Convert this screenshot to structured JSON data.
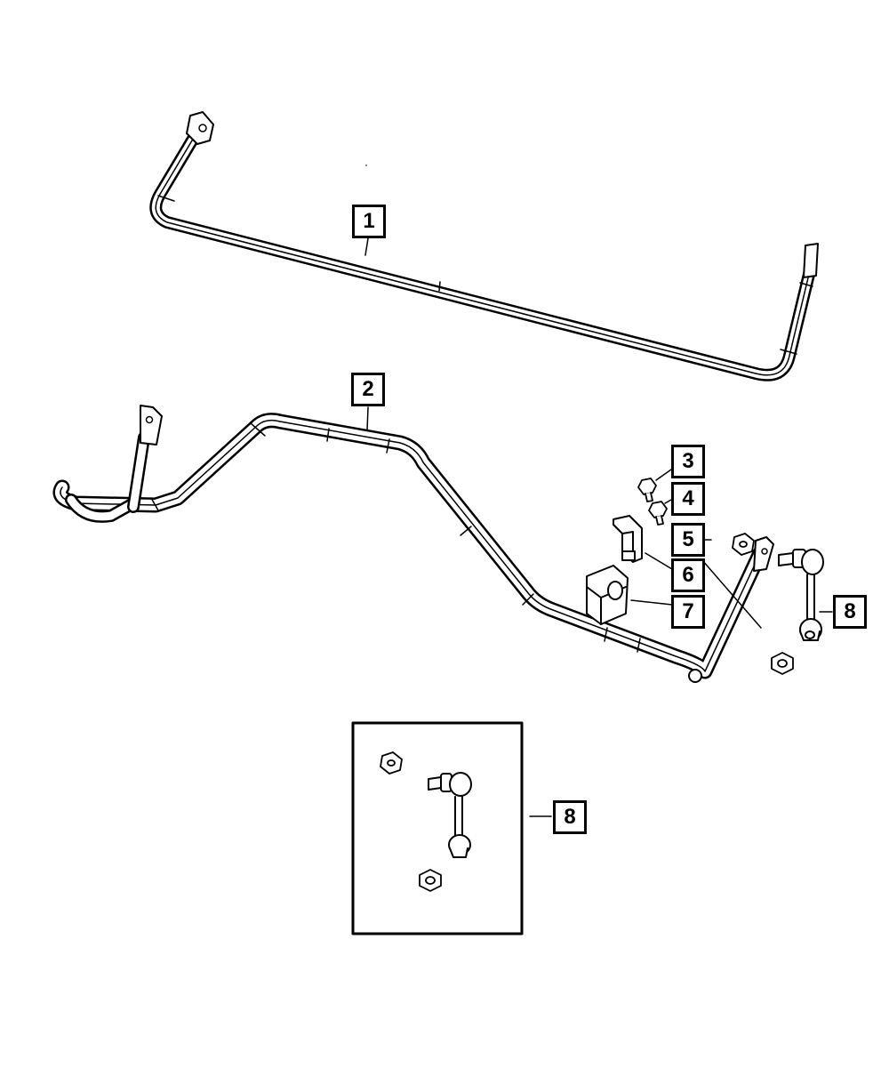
{
  "diagram": {
    "callouts": [
      {
        "id": "1",
        "label": "1"
      },
      {
        "id": "2",
        "label": "2"
      },
      {
        "id": "3",
        "label": "3"
      },
      {
        "id": "4",
        "label": "4"
      },
      {
        "id": "5",
        "label": "5"
      },
      {
        "id": "6",
        "label": "6"
      },
      {
        "id": "7",
        "label": "7"
      },
      {
        "id": "8",
        "label": "8"
      },
      {
        "id": "8b",
        "label": "8"
      }
    ],
    "line_color": "#000000",
    "background": "#ffffff"
  }
}
